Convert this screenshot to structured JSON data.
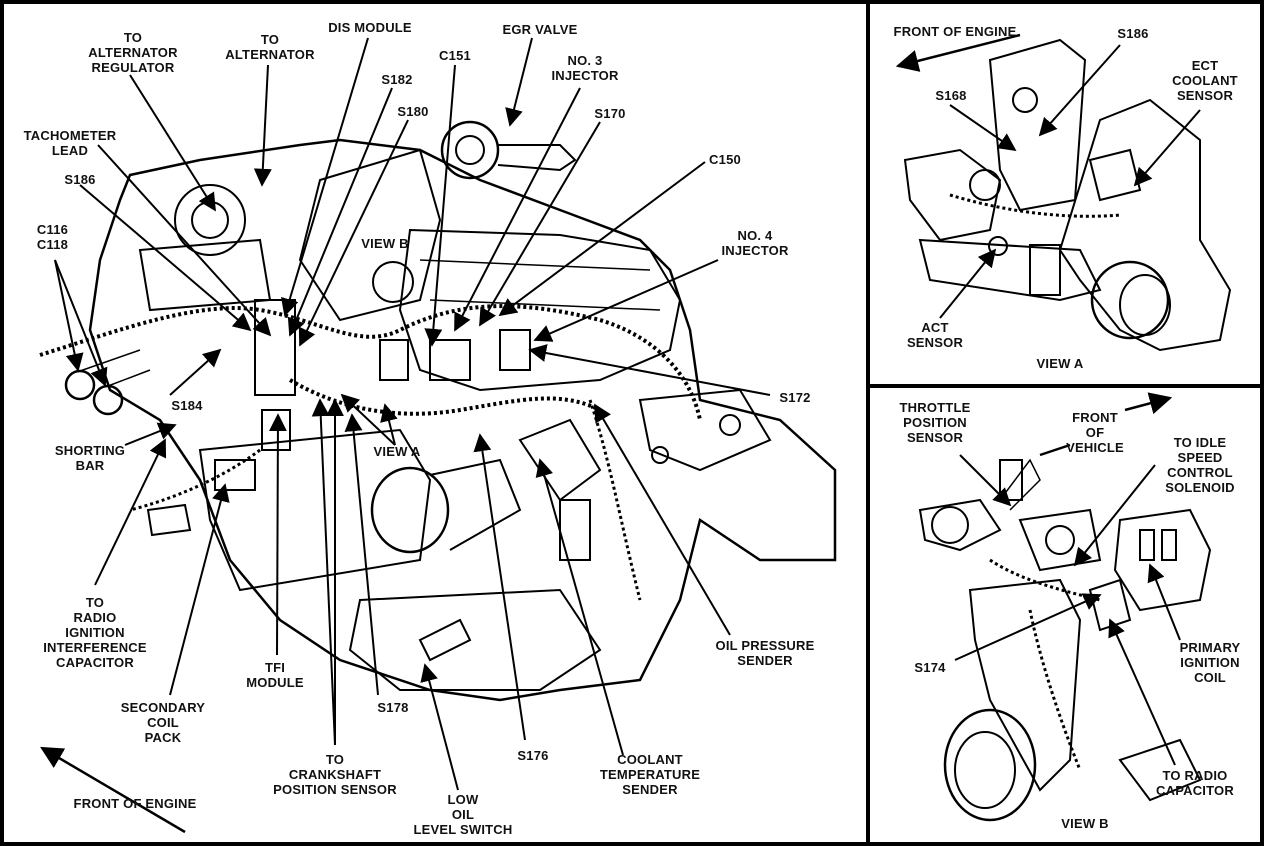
{
  "main_view": {
    "labels": {
      "to_alternator_regulator": "TO\nALTERNATOR\nREGULATOR",
      "to_alternator": "TO\nALTERNATOR",
      "dis_module": "DIS MODULE",
      "egr_valve": "EGR VALVE",
      "c151": "C151",
      "no3_injector": "NO. 3\nINJECTOR",
      "s182": "S182",
      "s180": "S180",
      "s170": "S170",
      "tachometer_lead": "TACHOMETER\nLEAD",
      "c150": "C150",
      "s186": "S186",
      "c116_c118": "C116\nC118",
      "view_b": "VIEW B",
      "no4_injector": "NO. 4\nINJECTOR",
      "s172": "S172",
      "s184": "S184",
      "shorting_bar": "SHORTING\nBAR",
      "view_a": "VIEW A",
      "to_radio_ignition_interference_capacitor": "TO\nRADIO\nIGNITION\nINTERFERENCE\nCAPACITOR",
      "oil_pressure_sender": "OIL PRESSURE\nSENDER",
      "tfi_module": "TFI\nMODULE",
      "secondary_coil_pack": "SECONDARY\nCOIL\nPACK",
      "s178": "S178",
      "s176": "S176",
      "coolant_temperature_sender": "COOLANT\nTEMPERATURE\nSENDER",
      "to_crankshaft_position_sensor": "TO\nCRANKSHAFT\nPOSITION SENSOR",
      "low_oil_level_switch": "LOW\nOIL\nLEVEL SWITCH",
      "front_of_engine": "FRONT OF ENGINE"
    }
  },
  "view_a": {
    "labels": {
      "front_of_engine": "FRONT OF ENGINE",
      "s186": "S186",
      "s168": "S168",
      "ect_coolant_sensor": "ECT\nCOOLANT\nSENSOR",
      "act_sensor": "ACT\nSENSOR",
      "caption": "VIEW A"
    }
  },
  "view_b": {
    "labels": {
      "throttle_position_sensor": "THROTTLE\nPOSITION\nSENSOR",
      "front_of_vehicle": "FRONT\nOF\nVEHICLE",
      "to_idle_speed_control_solenoid": "TO IDLE\nSPEED\nCONTROL\nSOLENOID",
      "primary_ignition_coil": "PRIMARY\nIGNITION\nCOIL",
      "s174": "S174",
      "to_radio_capacitor": "TO RADIO\nCAPACITOR",
      "caption": "VIEW B"
    }
  }
}
